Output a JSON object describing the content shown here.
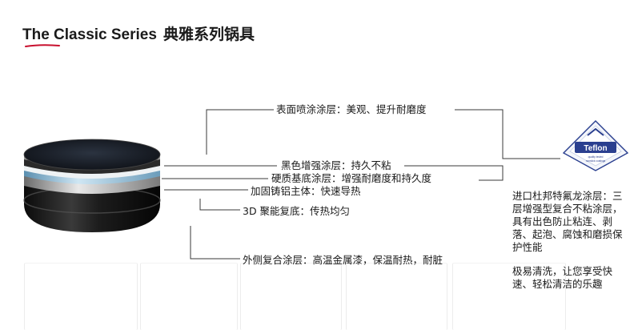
{
  "title": {
    "en": "The Classic Series",
    "cn": "典雅系列锅具"
  },
  "callouts": {
    "surface": "表面喷涂涂层：美观、提升耐磨度",
    "black": "黑色增强涂层：持久不粘",
    "hard": "硬质基底涂层：增强耐磨度和持久度",
    "body": "加固铸铝主体：快速导热",
    "base": "3D 聚能复底：传热均匀",
    "outer": "外侧复合涂层：高温金属漆，保温耐热，耐脏"
  },
  "teflon": {
    "logo_text": "Teflon",
    "logo_sub": "quality tested nonstick coatings",
    "desc": "进口杜邦特氟龙涂层：三层增强型复合不粘涂层，具有出色防止粘连、剥落、起泡、腐蚀和磨损保护性能",
    "desc2": "极易清洗，让您享受快速、轻松清洁的乐趣"
  },
  "colors": {
    "accent_red": "#c8102e",
    "line_gray": "#3a3a3a",
    "teflon_blue": "#2a3f8f"
  }
}
